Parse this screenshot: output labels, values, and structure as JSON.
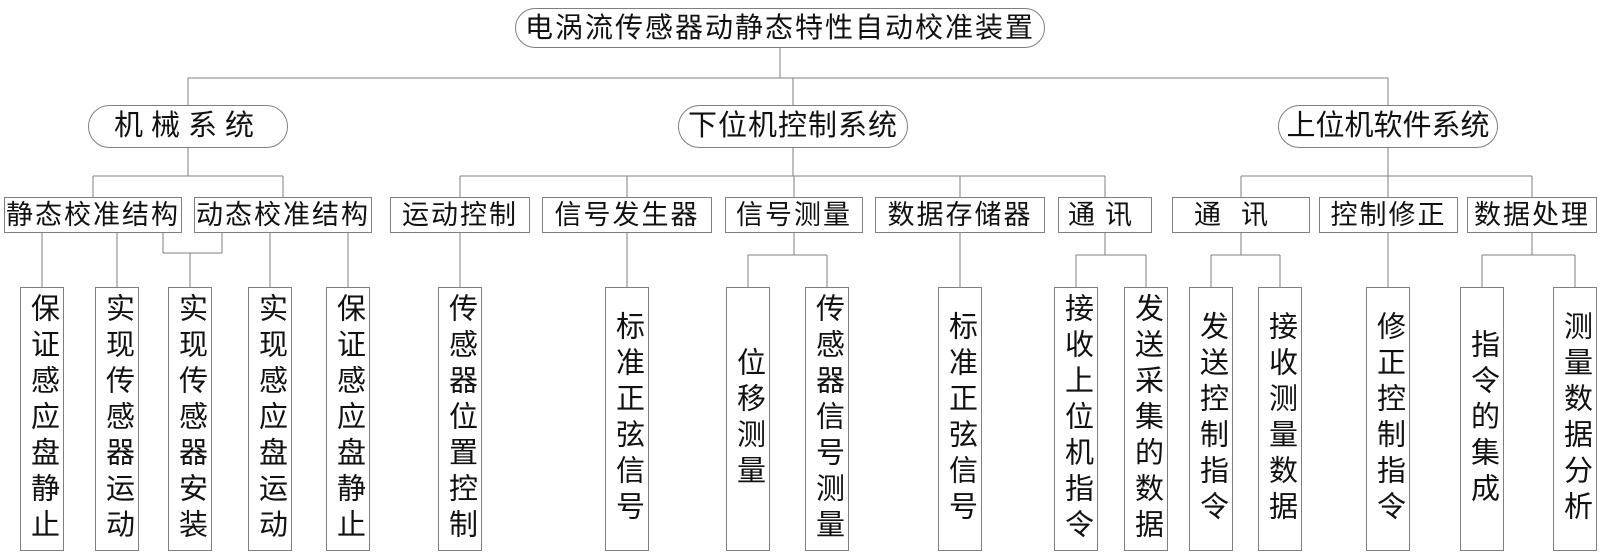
{
  "colors": {
    "line": "#7f7f7f",
    "text": "#111111",
    "background": "#ffffff"
  },
  "diagram": {
    "title": "电涡流传感器动静态特性自动校准装置",
    "branches": [
      {
        "label": "机械系统",
        "modules": [
          {
            "label": "静态校准结构"
          },
          {
            "label": "动态校准结构"
          }
        ],
        "functions": [
          {
            "label": "保证感应盘静止"
          },
          {
            "label": "实现传感器运动"
          },
          {
            "label": "实现传感器安装"
          },
          {
            "label": "实现感应盘运动"
          },
          {
            "label": "保证感应盘静止"
          }
        ]
      },
      {
        "label": "下位机控制系统",
        "modules": [
          {
            "label": "运动控制",
            "functions": [
              {
                "label": "传感器位置控制"
              }
            ]
          },
          {
            "label": "信号发生器",
            "functions": [
              {
                "label": "标准正弦信号"
              }
            ]
          },
          {
            "label": "信号测量",
            "functions": [
              {
                "label": "位移测量"
              },
              {
                "label": "传感器信号测量"
              }
            ]
          },
          {
            "label": "数据存储器",
            "functions": [
              {
                "label": "标准正弦信号"
              }
            ]
          },
          {
            "label": "通讯",
            "functions": [
              {
                "label": "接收上位机指令"
              },
              {
                "label": "发送采集的数据"
              }
            ]
          }
        ]
      },
      {
        "label": "上位机软件系统",
        "modules": [
          {
            "label": "通讯",
            "functions": [
              {
                "label": "发送控制指令"
              },
              {
                "label": "接收测量数据"
              }
            ]
          },
          {
            "label": "控制修正",
            "functions": [
              {
                "label": "修正控制指令"
              }
            ]
          },
          {
            "label": "数据处理",
            "functions": [
              {
                "label": "指令的集成"
              },
              {
                "label": "测量数据分析"
              }
            ]
          }
        ]
      }
    ]
  }
}
